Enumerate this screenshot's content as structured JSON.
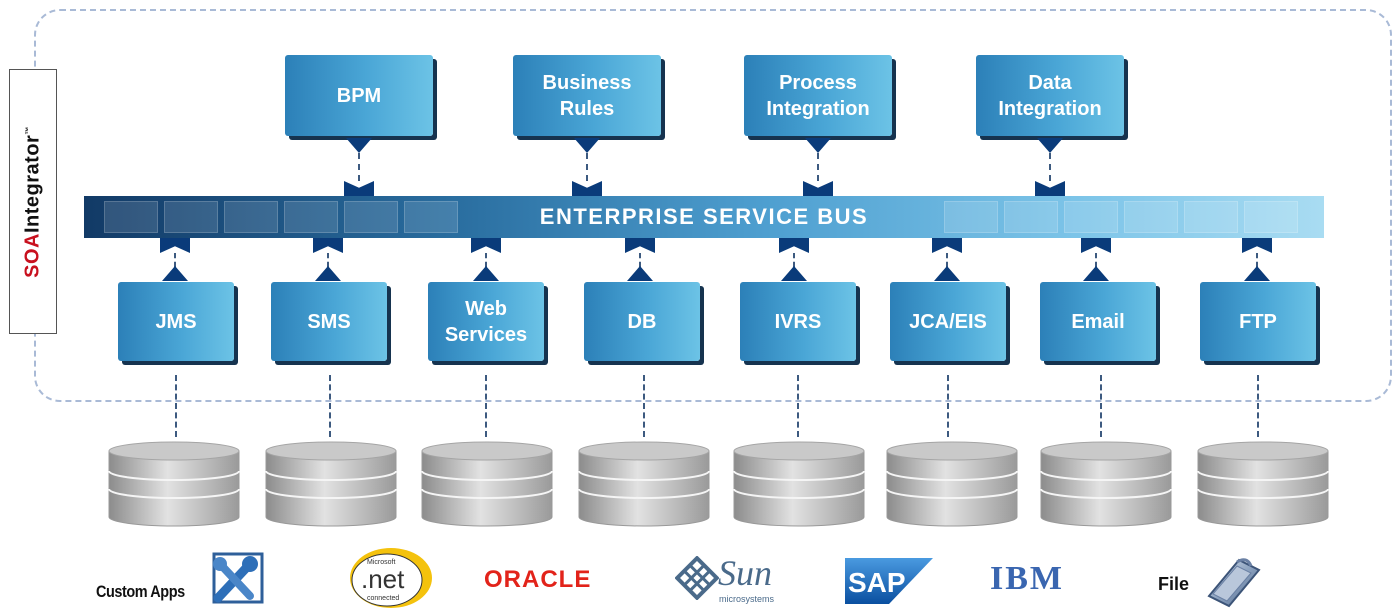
{
  "side_label": {
    "soa": "SOA",
    "integrator": "Integrator",
    "tm": "™"
  },
  "esb_label": "ENTERPRISE SERVICE BUS",
  "top_boxes": [
    {
      "line1": "BPM",
      "line2": ""
    },
    {
      "line1": "Business",
      "line2": "Rules"
    },
    {
      "line1": "Process",
      "line2": "Integration"
    },
    {
      "line1": "Data",
      "line2": "Integration"
    }
  ],
  "bottom_boxes": [
    {
      "line1": "JMS",
      "line2": ""
    },
    {
      "line1": "SMS",
      "line2": ""
    },
    {
      "line1": "Web",
      "line2": "Services"
    },
    {
      "line1": "DB",
      "line2": ""
    },
    {
      "line1": "IVRS",
      "line2": ""
    },
    {
      "line1": "JCA/EIS",
      "line2": ""
    },
    {
      "line1": "Email",
      "line2": ""
    },
    {
      "line1": "FTP",
      "line2": ""
    }
  ],
  "logos": {
    "custom_apps": "Custom Apps",
    "net_small": "Microsoft",
    "net": ".net",
    "net_connected": "connected",
    "oracle": "ORACLE",
    "sun": "Sun",
    "sun_sub": "microsystems",
    "sap": "SAP",
    "ibm": "IBM",
    "file": "File"
  },
  "colors": {
    "box": "#3a93c8",
    "shadow": "#16334f",
    "connector": "#0a3b7a",
    "soa": "#c8101e",
    "oracle": "#e2231a"
  }
}
